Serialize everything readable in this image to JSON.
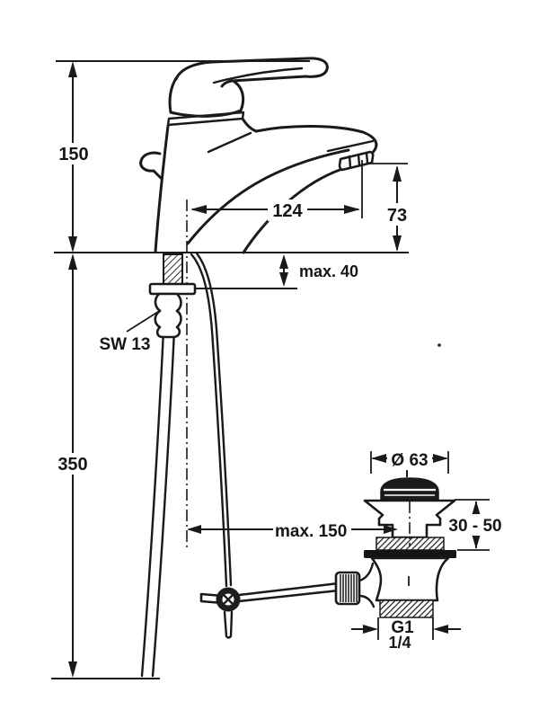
{
  "labels": {
    "height_above_deck": "150",
    "total_height": "350",
    "spout_reach": "124",
    "spout_outlet_height": "73",
    "max_mounting_thickness": "max. 40",
    "wrench_size": "SW 13",
    "max_pull_rod_reach": "max. 150",
    "waste_plug_diameter": "Ø 63",
    "clamping_range": "30 - 50",
    "waste_thread_line1": "G1",
    "waste_thread_line2": "1/4"
  },
  "colors": {
    "ink": "#1a1a1a",
    "paper": "#ffffff"
  }
}
